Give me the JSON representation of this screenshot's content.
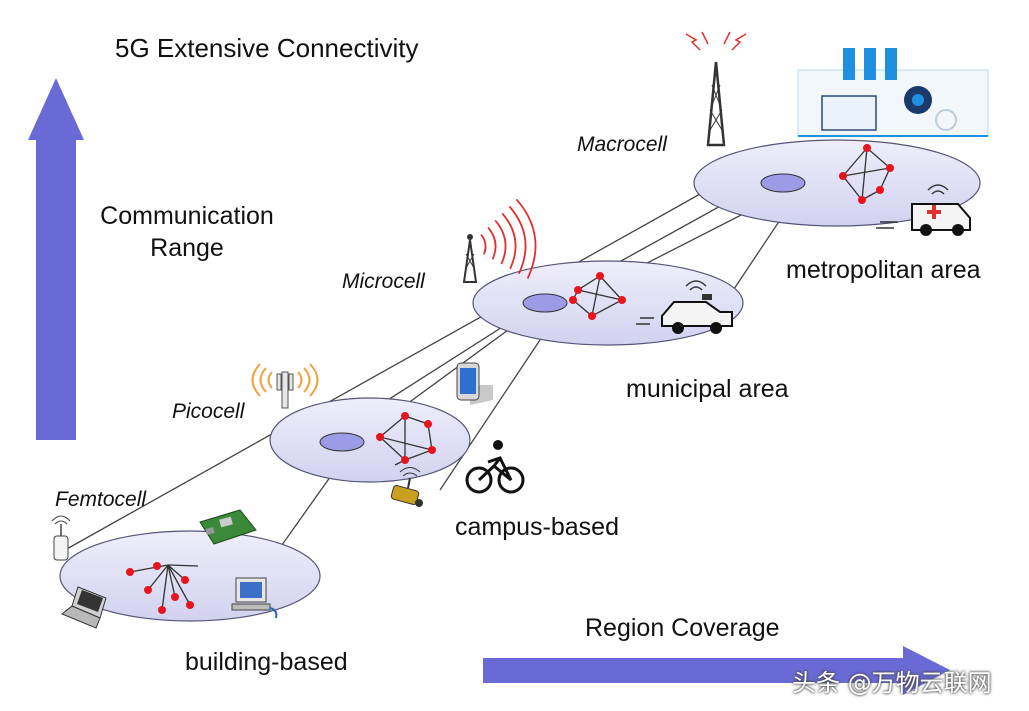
{
  "title": "5G Extensive Connectivity",
  "vertical_axis": {
    "line1": "Communication",
    "line2": "Range"
  },
  "horizontal_axis": {
    "label": "Region Coverage"
  },
  "cells": {
    "femtocell": {
      "name": "Femtocell",
      "area": "building-based"
    },
    "picocell": {
      "name": "Picocell",
      "area": "campus-based"
    },
    "microcell": {
      "name": "Microcell",
      "area": "municipal area"
    },
    "macrocell": {
      "name": "Macrocell",
      "area": "metropolitan area"
    }
  },
  "colors": {
    "arrow": "#6a6ad6",
    "ellipse_fill": "#dcdcf5",
    "ellipse_stroke": "#555577",
    "node": "#e8141c",
    "signal": "#e03030"
  },
  "watermark": "头条 @万物云联网"
}
